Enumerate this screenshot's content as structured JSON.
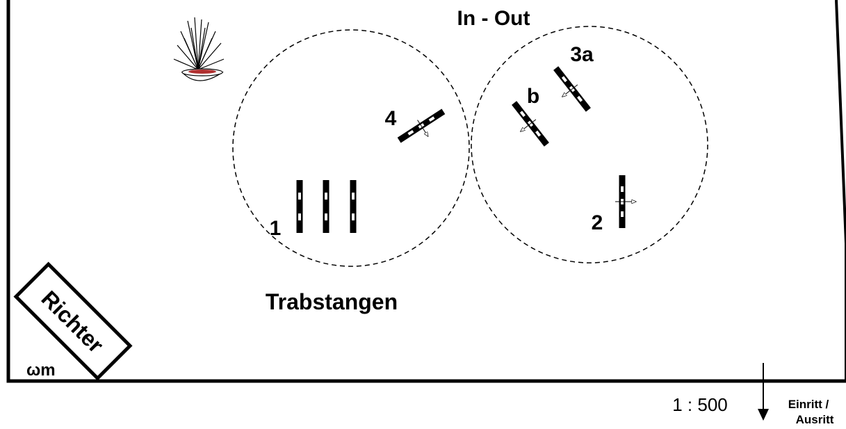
{
  "title": "In - Out",
  "area_label": "Trabstangen",
  "judge_label": "Richter",
  "corner_mark": "ωm",
  "scale": "1 : 500",
  "entry_exit": {
    "line1": "Einritt /",
    "line2": "Ausritt"
  },
  "obstacles": [
    {
      "id": "1",
      "label": "1",
      "type": "ground-poles",
      "count": 3
    },
    {
      "id": "2",
      "label": "2",
      "type": "jump"
    },
    {
      "id": "3a",
      "label": "3a",
      "type": "jump"
    },
    {
      "id": "3b",
      "label": "b",
      "type": "jump"
    },
    {
      "id": "4",
      "label": "4",
      "type": "jump"
    }
  ],
  "decoration": "plant-icon",
  "colors": {
    "line": "#000000",
    "background": "#ffffff",
    "plant-pot": "#b03030"
  }
}
